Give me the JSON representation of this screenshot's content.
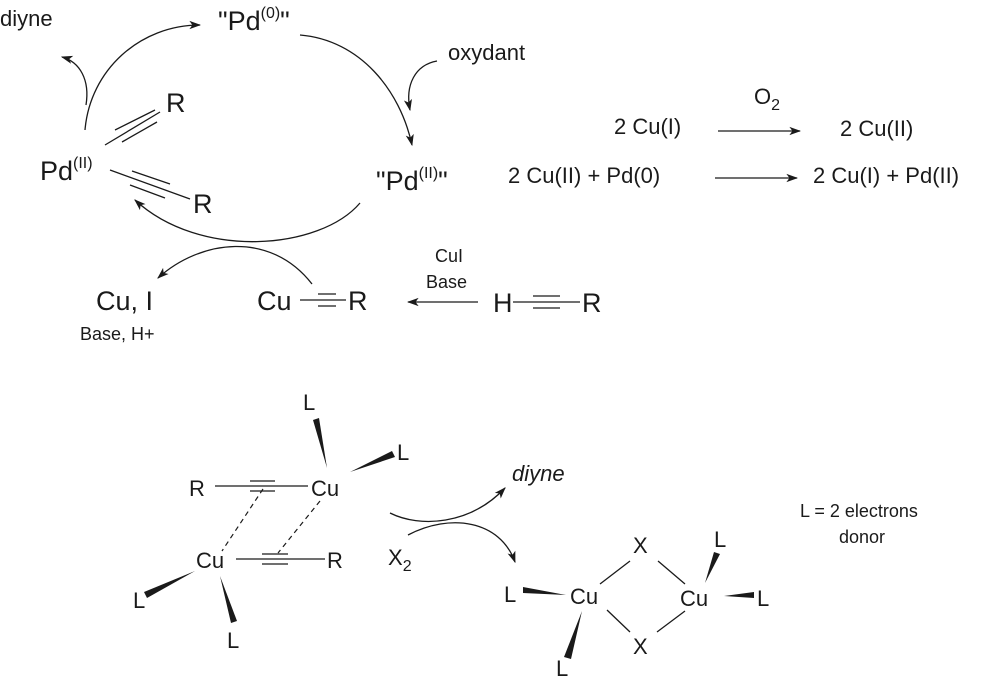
{
  "upper_scheme": {
    "pd0": {
      "prefix": "\"Pd",
      "sup": "(0)",
      "suffix": "\""
    },
    "pd2_quoted": {
      "prefix": "\"Pd",
      "sup": "(II)",
      "suffix": "\""
    },
    "pd2_complex": {
      "prefix": "Pd",
      "sup": "(II)",
      "r_top": "R",
      "r_bottom": "R"
    },
    "diyne": "diyne",
    "oxydant": "oxydant",
    "cu_i": "Cu, I",
    "base_h": "Base, H+",
    "cu_acetylide": {
      "metal": "Cu",
      "r": "R"
    },
    "reagent_top": "CuI",
    "reagent_bottom": "Base",
    "terminal_alkyne": {
      "h": "H",
      "r": "R"
    }
  },
  "redox_equations": {
    "eq1": {
      "left": "2 Cu(I)",
      "reagent_base": "O",
      "reagent_sub": "2",
      "right": "2 Cu(II)"
    },
    "eq2": {
      "left": "2 Cu(II) + Pd(0)",
      "right": "2 Cu(I) + Pd(II)"
    }
  },
  "lower_scheme": {
    "dimer": {
      "cu1": "Cu",
      "cu2": "Cu",
      "r1": "R",
      "r2": "R",
      "l": "L"
    },
    "reagent": {
      "base": "X",
      "sub": "2"
    },
    "diyne": "diyne",
    "product": {
      "cu1": "Cu",
      "cu2": "Cu",
      "x": "X",
      "l": "L"
    },
    "legend_line1": "L = 2 electrons",
    "legend_line2": "donor"
  }
}
